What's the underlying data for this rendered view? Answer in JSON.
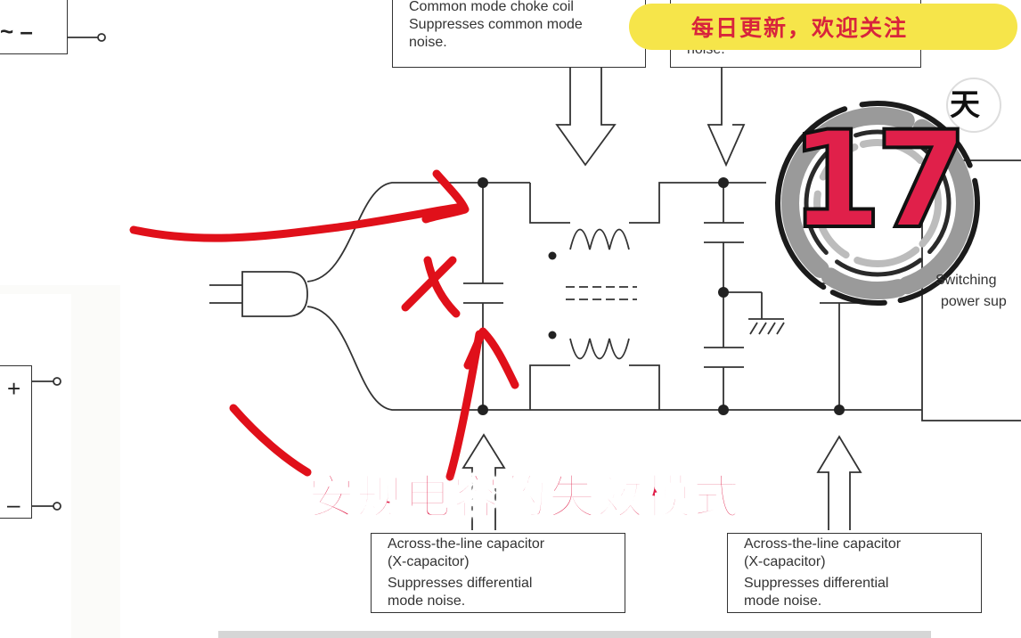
{
  "banner": {
    "text": "每日更新，欢迎关注"
  },
  "day_badge": {
    "label": "天",
    "number": "17"
  },
  "caption": "安规电容的失效模式",
  "top_left_callout": {
    "lines": [
      "Common mode choke coil",
      "Suppresses common mode",
      "noise."
    ]
  },
  "top_right_callout": {
    "lines": [
      "noise."
    ]
  },
  "bottom_left_callout": {
    "lines": [
      "Across-the-line capacitor",
      "(X-capacitor)",
      "Suppresses differential",
      "mode noise."
    ]
  },
  "bottom_right_callout": {
    "lines": [
      "Across-the-line capacitor",
      "(X-capacitor)",
      "Suppresses differential",
      "mode noise."
    ]
  },
  "switching_box": {
    "line1": "Switching",
    "line2": "power sup"
  },
  "left_symbols": {
    "top_symbol": "~ –",
    "plus": "+",
    "minus": "–"
  },
  "colors": {
    "annotation_red": "#e0101a",
    "banner_yellow": "#f6e54a",
    "title_red": "#e0204a"
  }
}
